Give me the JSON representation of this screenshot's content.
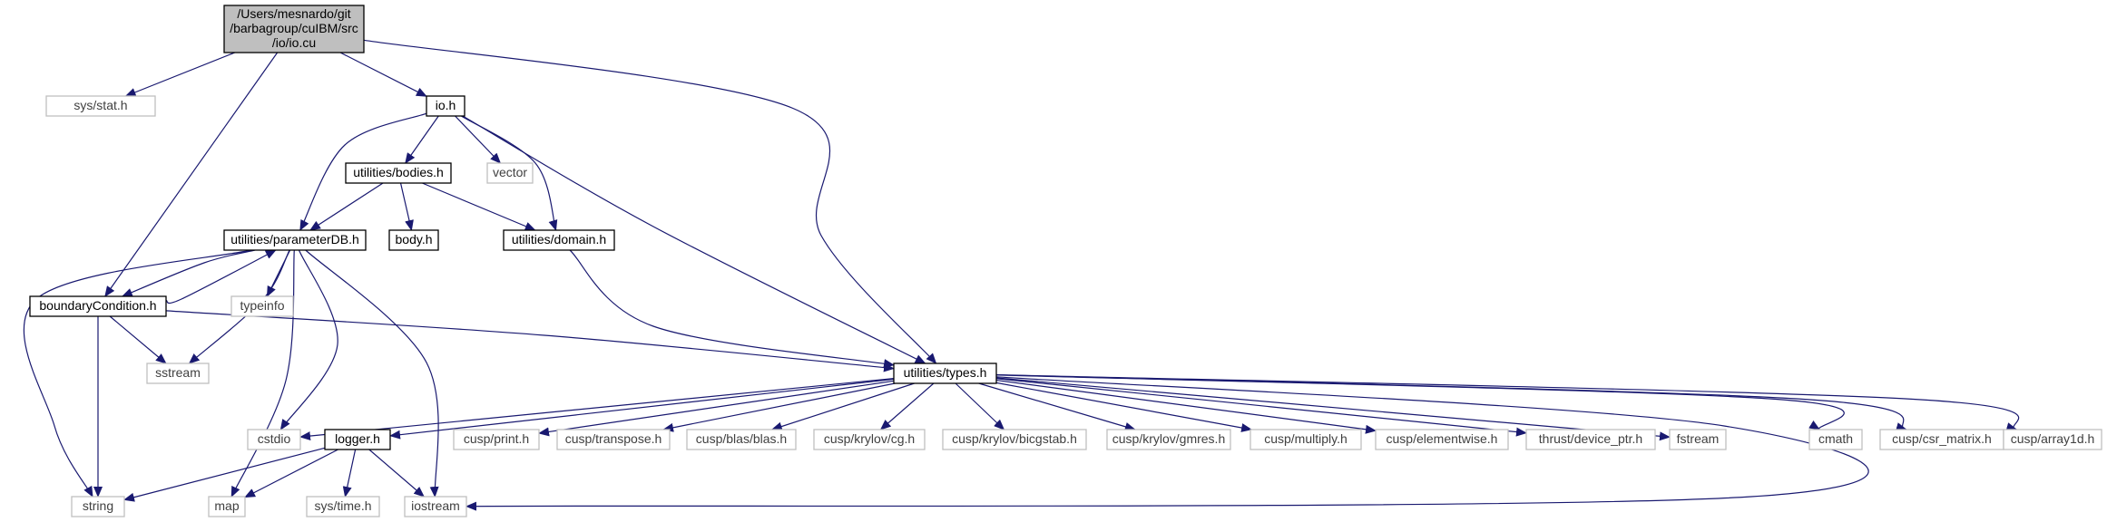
{
  "colors": {
    "edge": "#191970",
    "root_fill": "#bfbfbf",
    "project_border": "#000000",
    "external_border": "#bfbfbf",
    "external_text": "#404040",
    "text": "#000000"
  },
  "nodes": [
    {
      "id": "root",
      "kind": "root",
      "lines": [
        "/Users/mesnardo/git",
        "/barbagroup/cuIBM/src",
        "/io/io.cu"
      ]
    },
    {
      "id": "sys_stat",
      "kind": "external",
      "lines": [
        "sys/stat.h"
      ]
    },
    {
      "id": "io_h",
      "kind": "project",
      "lines": [
        "io.h"
      ]
    },
    {
      "id": "bodies",
      "kind": "project",
      "lines": [
        "utilities/bodies.h"
      ]
    },
    {
      "id": "vector",
      "kind": "external",
      "lines": [
        "vector"
      ]
    },
    {
      "id": "paramdb",
      "kind": "project",
      "lines": [
        "utilities/parameterDB.h"
      ]
    },
    {
      "id": "body",
      "kind": "project",
      "lines": [
        "body.h"
      ]
    },
    {
      "id": "domain",
      "kind": "project",
      "lines": [
        "utilities/domain.h"
      ]
    },
    {
      "id": "bc",
      "kind": "project",
      "lines": [
        "boundaryCondition.h"
      ]
    },
    {
      "id": "typeinfo",
      "kind": "external",
      "lines": [
        "typeinfo"
      ]
    },
    {
      "id": "sstream",
      "kind": "external",
      "lines": [
        "sstream"
      ]
    },
    {
      "id": "types",
      "kind": "project",
      "lines": [
        "utilities/types.h"
      ]
    },
    {
      "id": "cstdio",
      "kind": "external",
      "lines": [
        "cstdio"
      ]
    },
    {
      "id": "logger",
      "kind": "project",
      "lines": [
        "logger.h"
      ]
    },
    {
      "id": "cusp_print",
      "kind": "external",
      "lines": [
        "cusp/print.h"
      ]
    },
    {
      "id": "cusp_transpose",
      "kind": "external",
      "lines": [
        "cusp/transpose.h"
      ]
    },
    {
      "id": "cusp_blas",
      "kind": "external",
      "lines": [
        "cusp/blas/blas.h"
      ]
    },
    {
      "id": "cusp_cg",
      "kind": "external",
      "lines": [
        "cusp/krylov/cg.h"
      ]
    },
    {
      "id": "cusp_bicgstab",
      "kind": "external",
      "lines": [
        "cusp/krylov/bicgstab.h"
      ]
    },
    {
      "id": "cusp_gmres",
      "kind": "external",
      "lines": [
        "cusp/krylov/gmres.h"
      ]
    },
    {
      "id": "cusp_multiply",
      "kind": "external",
      "lines": [
        "cusp/multiply.h"
      ]
    },
    {
      "id": "cusp_elementwise",
      "kind": "external",
      "lines": [
        "cusp/elementwise.h"
      ]
    },
    {
      "id": "thrust_dptr",
      "kind": "external",
      "lines": [
        "thrust/device_ptr.h"
      ]
    },
    {
      "id": "fstream",
      "kind": "external",
      "lines": [
        "fstream"
      ]
    },
    {
      "id": "cmath",
      "kind": "external",
      "lines": [
        "cmath"
      ]
    },
    {
      "id": "cusp_csr",
      "kind": "external",
      "lines": [
        "cusp/csr_matrix.h"
      ]
    },
    {
      "id": "cusp_array1d",
      "kind": "external",
      "lines": [
        "cusp/array1d.h"
      ]
    },
    {
      "id": "string",
      "kind": "external",
      "lines": [
        "string"
      ]
    },
    {
      "id": "map",
      "kind": "external",
      "lines": [
        "map"
      ]
    },
    {
      "id": "sys_time",
      "kind": "external",
      "lines": [
        "sys/time.h"
      ]
    },
    {
      "id": "iostream",
      "kind": "external",
      "lines": [
        "iostream"
      ]
    }
  ],
  "edges": [
    {
      "from": "root",
      "to": "sys_stat"
    },
    {
      "from": "root",
      "to": "io_h"
    },
    {
      "from": "root",
      "to": "bc"
    },
    {
      "from": "root",
      "to": "types"
    },
    {
      "from": "io_h",
      "to": "bodies"
    },
    {
      "from": "io_h",
      "to": "vector"
    },
    {
      "from": "io_h",
      "to": "domain"
    },
    {
      "from": "io_h",
      "to": "paramdb"
    },
    {
      "from": "io_h",
      "to": "types"
    },
    {
      "from": "bodies",
      "to": "paramdb"
    },
    {
      "from": "bodies",
      "to": "body"
    },
    {
      "from": "bodies",
      "to": "domain"
    },
    {
      "from": "domain",
      "to": "types"
    },
    {
      "from": "paramdb",
      "to": "bc"
    },
    {
      "from": "bc",
      "to": "paramdb"
    },
    {
      "from": "paramdb",
      "to": "typeinfo"
    },
    {
      "from": "paramdb",
      "to": "sstream"
    },
    {
      "from": "paramdb",
      "to": "string"
    },
    {
      "from": "paramdb",
      "to": "map"
    },
    {
      "from": "paramdb",
      "to": "cstdio"
    },
    {
      "from": "paramdb",
      "to": "iostream"
    },
    {
      "from": "bc",
      "to": "sstream"
    },
    {
      "from": "bc",
      "to": "string"
    },
    {
      "from": "bc",
      "to": "types"
    },
    {
      "from": "types",
      "to": "cstdio"
    },
    {
      "from": "types",
      "to": "logger"
    },
    {
      "from": "types",
      "to": "cusp_print"
    },
    {
      "from": "types",
      "to": "cusp_transpose"
    },
    {
      "from": "types",
      "to": "cusp_blas"
    },
    {
      "from": "types",
      "to": "cusp_cg"
    },
    {
      "from": "types",
      "to": "cusp_bicgstab"
    },
    {
      "from": "types",
      "to": "cusp_gmres"
    },
    {
      "from": "types",
      "to": "cusp_multiply"
    },
    {
      "from": "types",
      "to": "cusp_elementwise"
    },
    {
      "from": "types",
      "to": "thrust_dptr"
    },
    {
      "from": "types",
      "to": "fstream"
    },
    {
      "from": "types",
      "to": "iostream"
    },
    {
      "from": "types",
      "to": "cmath"
    },
    {
      "from": "types",
      "to": "cusp_csr"
    },
    {
      "from": "types",
      "to": "cusp_array1d"
    },
    {
      "from": "logger",
      "to": "string"
    },
    {
      "from": "logger",
      "to": "map"
    },
    {
      "from": "logger",
      "to": "sys_time"
    },
    {
      "from": "logger",
      "to": "iostream"
    }
  ]
}
